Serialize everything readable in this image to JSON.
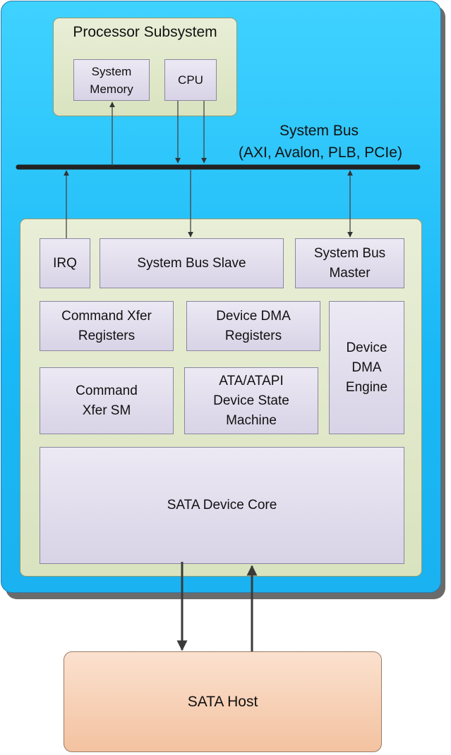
{
  "processor_subsystem": {
    "title": "Processor Subsystem",
    "system_memory": [
      "System",
      "Memory"
    ],
    "cpu": "CPU"
  },
  "system_bus": {
    "label_line1": "System Bus",
    "label_line2": "(AXI, Avalon, PLB, PCIe)"
  },
  "device_blocks": {
    "irq": "IRQ",
    "system_bus_slave": "System Bus Slave",
    "system_bus_master": [
      "System Bus",
      "Master"
    ],
    "command_xfer_registers": [
      "Command Xfer",
      "Registers"
    ],
    "device_dma_registers": [
      "Device DMA",
      "Registers"
    ],
    "device_dma_engine": [
      "Device",
      "DMA",
      "Engine"
    ],
    "command_xfer_sm": [
      "Command",
      "Xfer SM"
    ],
    "ata_atapi_state_machine": [
      "ATA/ATAPI",
      "Device State",
      "Machine"
    ],
    "sata_device_core": "SATA Device Core"
  },
  "sata_host": "SATA Host",
  "colors": {
    "outer_fill": "#19b8f6",
    "subsystem_fill": "#d9e3bf",
    "block_fill": "#dcd8e8",
    "host_fill": "#f3c2a0",
    "bus_line": "#222222"
  }
}
